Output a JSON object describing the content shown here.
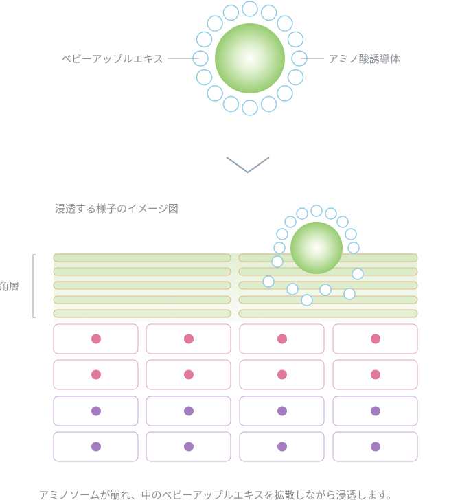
{
  "top_diagram": {
    "label_left": "ベビーアップルエキス",
    "label_right": "アミノ酸誘導体"
  },
  "arrow": {
    "icon": "chevron-down-icon"
  },
  "section_title": "浸透する様子のイメージ図",
  "layer_label": "角層",
  "caption": "アミノソームが崩れ、中のベビーアップルエキスを拡散しながら浸透します。",
  "colors": {
    "green_core": "#8cc661",
    "bubble_stroke": "#8fcbe6",
    "label_text": "#8a8f97",
    "layer_stripe_fill": "#cfe6b8",
    "layer_stripe_stroke": "#e0b98a",
    "cell_stroke_pink": "#e2a3bb",
    "cell_stroke_purple": "#c8a3d6",
    "nucleus_pink": "#e07a98",
    "nucleus_purple": "#a47cc0"
  },
  "cell_rows": [
    {
      "nucleus": "pink"
    },
    {
      "nucleus": "pink"
    },
    {
      "nucleus": "purple"
    },
    {
      "nucleus": "purple"
    }
  ]
}
